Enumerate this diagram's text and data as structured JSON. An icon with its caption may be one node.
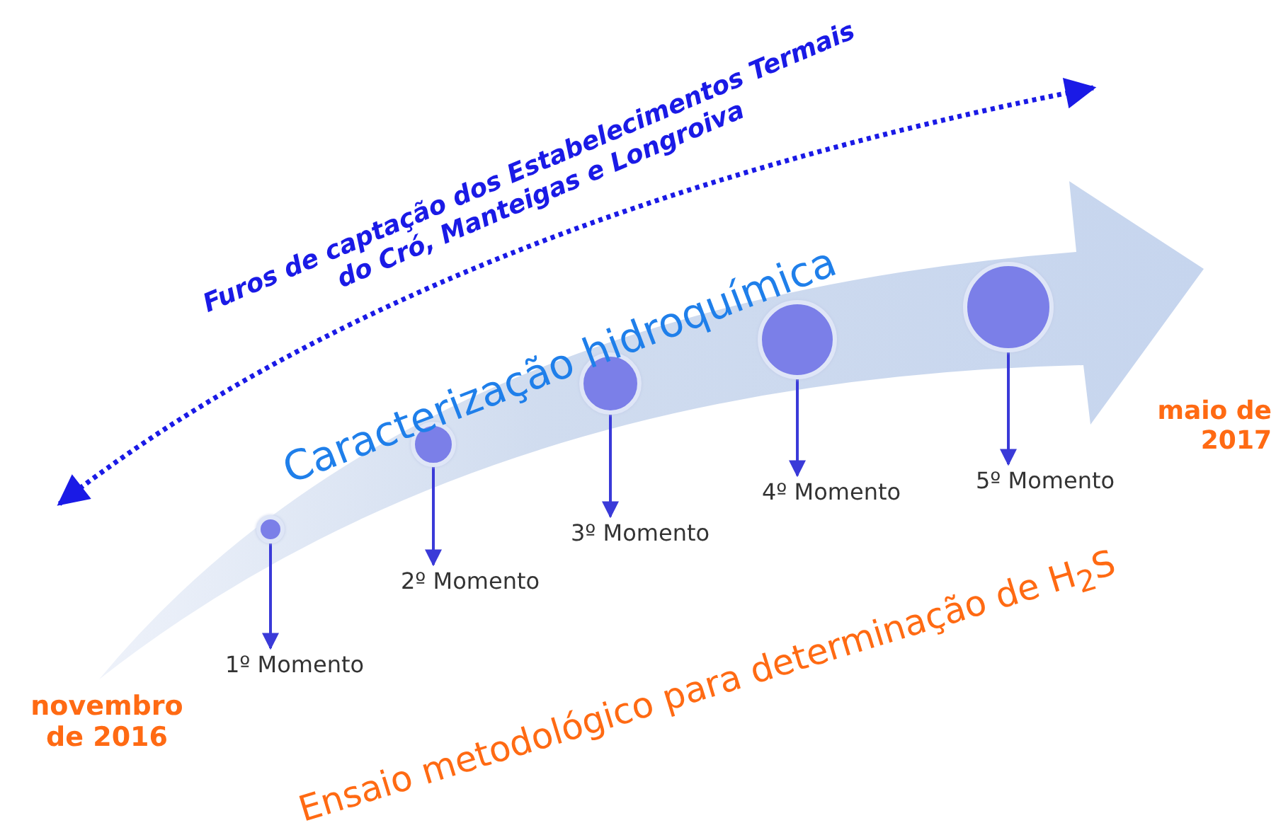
{
  "diagram": {
    "nodes": [
      {
        "text": [],
        "shape": "circle"
      },
      {
        "text": [],
        "shape": "circle"
      },
      {
        "text": [],
        "shape": "circle"
      },
      {
        "text": [],
        "shape": "circle"
      },
      {
        "text": [],
        "shape": "circle"
      },
      {
        "text": [
          "1º Momento"
        ]
      },
      {
        "text": [
          "2º Momento"
        ]
      },
      {
        "text": [
          "3º Momento"
        ]
      },
      {
        "text": [
          "4º Momento"
        ]
      },
      {
        "text": [
          "5º Momento"
        ]
      }
    ],
    "edges": [
      {
        "from": 0,
        "to": 5,
        "arrow": "to"
      },
      {
        "from": 1,
        "to": 6,
        "arrow": "to"
      },
      {
        "from": 2,
        "to": 7,
        "arrow": "to"
      },
      {
        "from": 3,
        "to": 8,
        "arrow": "to"
      },
      {
        "from": 4,
        "to": 9,
        "arrow": "to"
      }
    ],
    "labels": [
      "Furos de captação dos Estabelecimentos Termais do Cró, Manteigas e Longroiva",
      "Caracterização hidroquímica",
      "novembro de 2016",
      "maio de 2017",
      "Ensaio metodológico para determinação de H$_{2}$S"
    ]
  }
}
